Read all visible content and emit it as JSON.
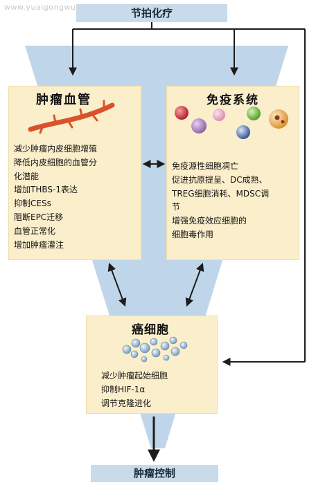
{
  "watermark": "www.yuaigongwu.com",
  "top_label": "节拍化疗",
  "bottom_label": "肿瘤控制",
  "left_panel": {
    "title": "肿瘤血管",
    "items": [
      "减少肿瘤内皮细胞增殖",
      "降低内皮细胞的血管分",
      "化潜能",
      "增加THBS-1表达",
      "抑制CESs",
      "阻断EPC迁移",
      "血管正常化",
      "增加肿瘤灌注"
    ]
  },
  "right_panel": {
    "title": "免疫系统",
    "items": [
      "免疫源性细胞凋亡",
      "促进抗原提呈、DC成熟、",
      "TREG细胞消耗、MDSC调",
      "节",
      "增强免疫效应细胞的",
      "细胞毒作用"
    ]
  },
  "cancer_panel": {
    "title": "癌细胞",
    "items": [
      "减少肿瘤起始细胞",
      "抑制HIF-1α",
      "调节克隆进化"
    ]
  },
  "colors": {
    "funnel": "#bfd6ea",
    "panel": "#fbeecb",
    "label_box": "#c9dbea",
    "arrow": "#1c1c1c",
    "vessel": "#d8532b"
  }
}
